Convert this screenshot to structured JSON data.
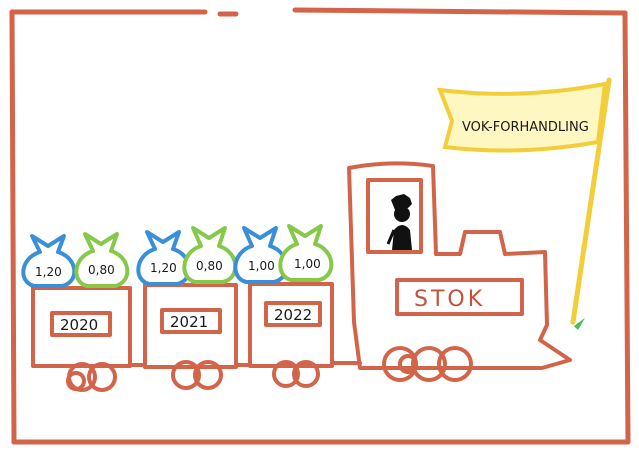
{
  "flag": {
    "text": "VOK-FORHANDLING"
  },
  "locomotive": {
    "label": "STOK"
  },
  "wagons": [
    {
      "year": "2020",
      "bags": [
        {
          "value": "1,20",
          "color": "#3b8fd9"
        },
        {
          "value": "0,80",
          "color": "#86c94a"
        }
      ]
    },
    {
      "year": "2021",
      "bags": [
        {
          "value": "1,20",
          "color": "#3b8fd9"
        },
        {
          "value": "0,80",
          "color": "#86c94a"
        }
      ]
    },
    {
      "year": "2022",
      "bags": [
        {
          "value": "1,00",
          "color": "#3b8fd9"
        },
        {
          "value": "1,00",
          "color": "#86c94a"
        }
      ]
    }
  ],
  "colors": {
    "outline": "#d2644a",
    "flag": "#f2cf3a",
    "blue_bag": "#3b8fd9",
    "green_bag": "#86c94a",
    "driver": "#111111"
  }
}
